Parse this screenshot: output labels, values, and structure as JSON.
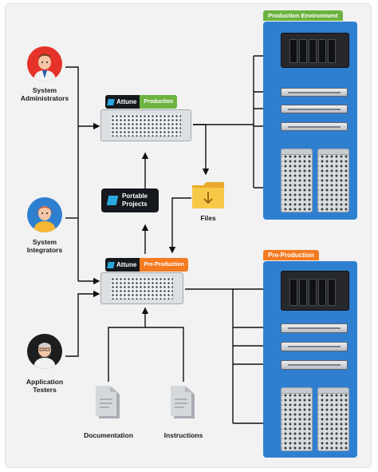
{
  "colors": {
    "prod_green": "#6cb33f",
    "preprod_orange": "#f47b20",
    "env_blue": "#2f7fd1",
    "attune_black": "#15181d",
    "attune_accent": "#2ba7e0",
    "folder_yellow": "#f7c948"
  },
  "users": {
    "admins": {
      "line1": "System",
      "line2": "Administrators",
      "icon": "admin-avatar-icon"
    },
    "integrators": {
      "line1": "System",
      "line2": "Integrators",
      "icon": "integrator-avatar-icon"
    },
    "testers": {
      "line1": "Application",
      "line2": "Testers",
      "icon": "tester-avatar-icon"
    }
  },
  "servers": {
    "production": {
      "brand": "Attune",
      "env": "Production"
    },
    "preproduction": {
      "brand": "Attune",
      "env": "Pre-Production"
    }
  },
  "portable": {
    "line1": "Portable",
    "line2": "Projects"
  },
  "files": {
    "label": "Files",
    "icon": "folder-download-icon"
  },
  "inputs": {
    "documentation": {
      "label": "Documentation",
      "icon": "document-icon"
    },
    "instructions": {
      "label": "Instructions",
      "icon": "document-icon"
    }
  },
  "environments": {
    "production": {
      "title": "Production Environment"
    },
    "preproduction": {
      "title": "Pre-Production"
    }
  }
}
